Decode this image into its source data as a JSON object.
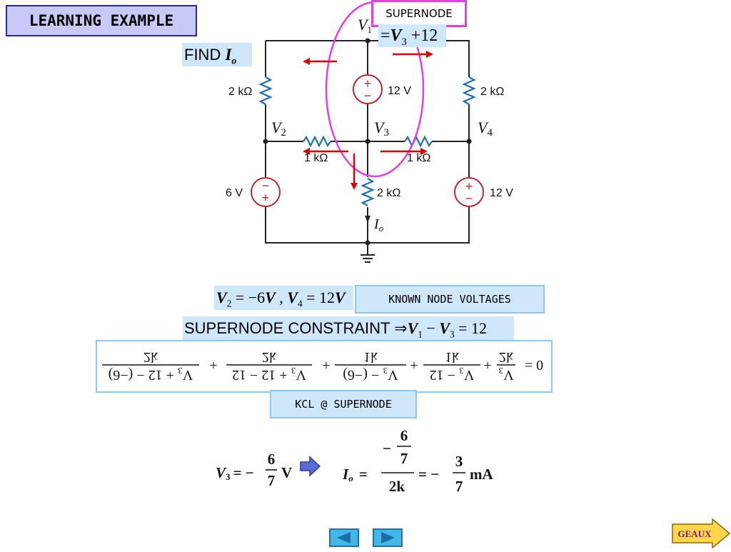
{
  "header": {
    "title": "LEARNING EXAMPLE"
  },
  "find": {
    "text": "FIND",
    "var": "I",
    "sub": "o"
  },
  "supernode": {
    "label": "SUPERNODE",
    "v1_equation": {
      "eq": "=",
      "var": "V",
      "sub": "3",
      "rest": " +12"
    }
  },
  "circuit": {
    "nodes": {
      "v1": "V",
      "v1_sub": "1",
      "v2": "V",
      "v2_sub": "2",
      "v3": "V",
      "v3_sub": "3",
      "v4": "V",
      "v4_sub": "4"
    },
    "resistors": {
      "r_left_top": "2 kΩ",
      "r_right_top": "2 kΩ",
      "r_mid_left": "1 kΩ",
      "r_mid_right": "1 kΩ",
      "r_bottom": "2 kΩ"
    },
    "sources": {
      "s_top": "12 V",
      "s_left": "6 V",
      "s_right": "12 V"
    },
    "current": {
      "var": "I",
      "sub": "o"
    }
  },
  "known": {
    "equation": {
      "v2": "V",
      "v2_sub": "2",
      "v2_val": " = −6",
      "unit1": "V",
      "sep": " , ",
      "v4": "V",
      "v4_sub": "4",
      "v4_val": " = 12",
      "unit2": "V"
    },
    "label": "KNOWN NODE VOLTAGES"
  },
  "constraint": {
    "text": "SUPERNODE CONSTRAINT",
    "arrow": "⇒",
    "v1": "V",
    "v1_sub": "1",
    "minus": " − ",
    "v3": "V",
    "v3_sub": "3",
    "rhs": " = 12"
  },
  "kcl": {
    "terms": [
      {
        "num": "V3+12−(−6)",
        "den": "2k",
        "num_label": "V₃ + 12 − (−6)"
      },
      {
        "num": "V3+12−12",
        "den": "2k",
        "num_label": "V₃ + 12 − 12"
      },
      {
        "num": "V3−(−6)",
        "den": "1k",
        "num_label": "V₃ − (−6)"
      },
      {
        "num": "V3−12",
        "den": "1k",
        "num_label": "V₃ − 12"
      },
      {
        "num": "V3",
        "den": "2k",
        "num_label": "V₃"
      }
    ],
    "rhs": "= 0",
    "label": "KCL @ SUPERNODE"
  },
  "result": {
    "v3": {
      "var": "V",
      "sub": "3",
      "eq": "= −",
      "num": "6",
      "den": "7",
      "unit": "V"
    },
    "io": {
      "var": "I",
      "sub": "o",
      "eq": "=",
      "neg": "−",
      "num": "6",
      "den": "7",
      "den2": "2k",
      "eq2": "= −",
      "num2": "3",
      "den3": "7",
      "unit": "mA"
    }
  },
  "nav": {
    "geaux": "GEAUX"
  },
  "colors": {
    "title_bg": "#c9c9f7",
    "title_border": "#2727a6",
    "label_bg": "#cfe7fb",
    "supernode": "#e43fe4",
    "arrow": "#e00000",
    "resistor": "#1c6fb0",
    "source": "#c0272d"
  }
}
